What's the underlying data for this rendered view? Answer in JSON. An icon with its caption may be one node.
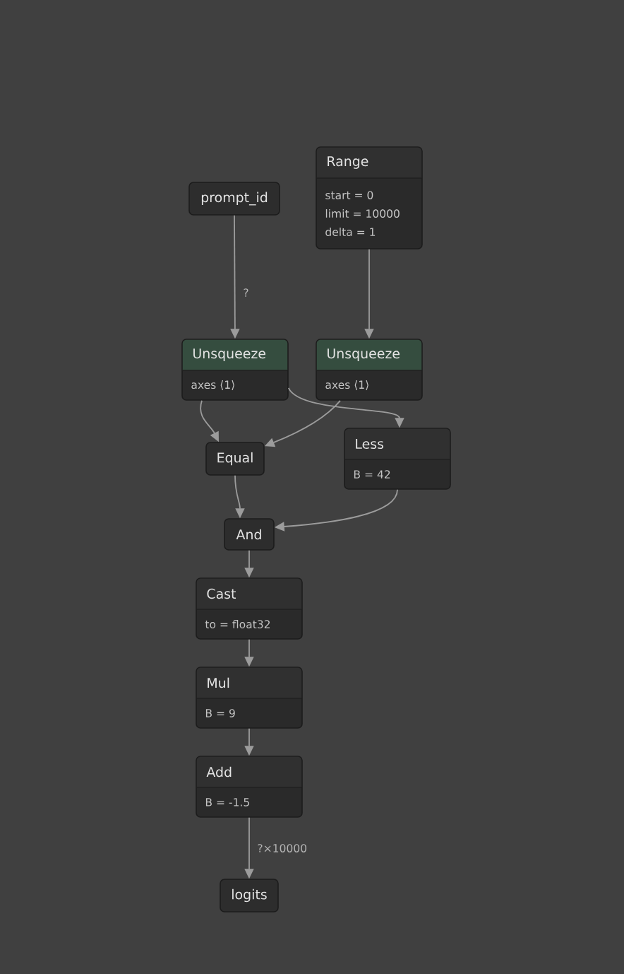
{
  "diagram": {
    "nodes": [
      {
        "text": [
          "prompt_id"
        ]
      },
      {
        "text": [
          "Range",
          "start = 0",
          "limit = 10000",
          "delta = 1"
        ]
      },
      {
        "text": [
          "Unsqueeze",
          "axes ⟨1⟩"
        ]
      },
      {
        "text": [
          "Unsqueeze",
          "axes ⟨1⟩"
        ]
      },
      {
        "text": [
          "Equal"
        ]
      },
      {
        "text": [
          "Less",
          "B = 42"
        ]
      },
      {
        "text": [
          "And"
        ]
      },
      {
        "text": [
          "Cast",
          "to = float32"
        ]
      },
      {
        "text": [
          "Mul",
          "B = 9"
        ]
      },
      {
        "text": [
          "Add",
          "B = -1.5"
        ]
      },
      {
        "text": [
          "logits"
        ]
      }
    ],
    "edges": [
      {
        "from": 0,
        "to": 2,
        "arrow": "to",
        "label": "?"
      },
      {
        "from": 1,
        "to": 3,
        "arrow": "to"
      },
      {
        "from": 2,
        "to": 4,
        "arrow": "to"
      },
      {
        "from": 3,
        "to": 4,
        "arrow": "to"
      },
      {
        "from": 2,
        "to": 5,
        "arrow": "to"
      },
      {
        "from": 4,
        "to": 6,
        "arrow": "to"
      },
      {
        "from": 5,
        "to": 6,
        "arrow": "to"
      },
      {
        "from": 6,
        "to": 7,
        "arrow": "to"
      },
      {
        "from": 7,
        "to": 8,
        "arrow": "to"
      },
      {
        "from": 8,
        "to": 9,
        "arrow": "to"
      },
      {
        "from": 9,
        "to": 10,
        "arrow": "to",
        "label": "?×10000"
      }
    ]
  }
}
